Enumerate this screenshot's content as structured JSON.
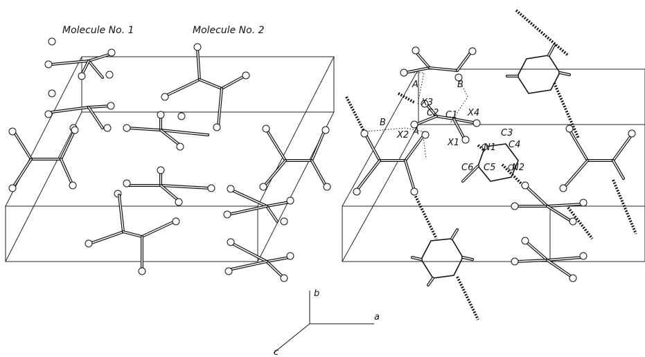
{
  "titles": {
    "molecule_1": "Molecule No. 1",
    "molecule_2": "Molecule No. 2"
  },
  "atom_labels": {
    "X1": "X1",
    "X2": "X2",
    "X3": "X3",
    "X4": "X4",
    "C1": "C1",
    "C2": "C2",
    "C3": "C3",
    "C4": "C4",
    "C5": "C5",
    "C6": "C6",
    "N1": "N1",
    "N2": "N2"
  },
  "contact_labels": {
    "A_upper": "A",
    "A_lower": "A",
    "B_upper": "B",
    "B_left": "B"
  },
  "axes": {
    "a": "a",
    "b": "b",
    "c": "c"
  }
}
